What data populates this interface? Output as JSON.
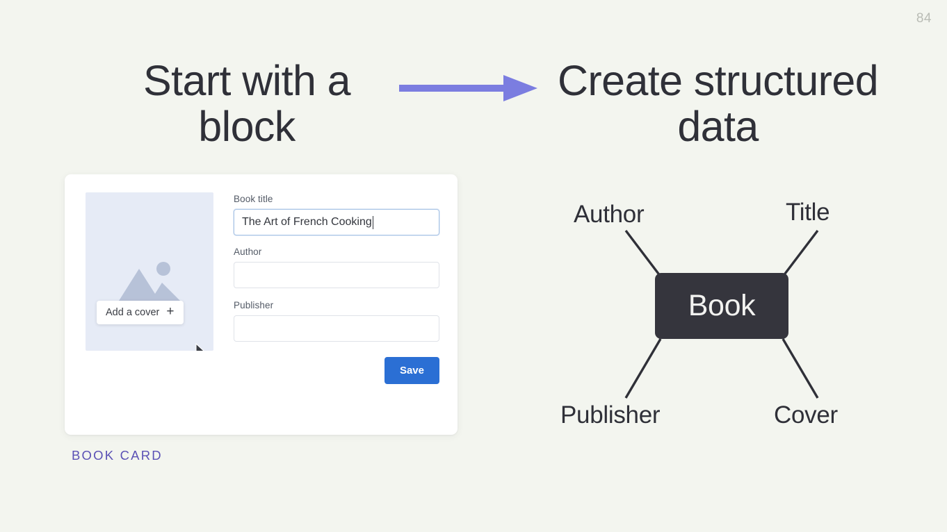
{
  "slide": {
    "page_number": "84",
    "background_color": "#f3f5ef",
    "accent_purple": "#5b51b5",
    "arrow_color": "#7b7de0",
    "heading_color": "#2f3038",
    "primary_button_color": "#2b6fd4",
    "node_fill": "#35353d"
  },
  "headings": {
    "left": "Start with a block",
    "right": "Create structured data"
  },
  "arrow": {
    "icon": "arrow-right-icon",
    "direction": "right"
  },
  "book_card": {
    "caption": "BOOK CARD",
    "cover": {
      "placeholder_icon": "image-placeholder-icon",
      "add_cover_label": "Add a cover",
      "add_cover_plus": "+",
      "cursor_icon": "mouse-cursor-icon"
    },
    "fields": [
      {
        "label": "Book title",
        "value": "The Art of French Cooking",
        "placeholder": "",
        "focused": true
      },
      {
        "label": "Author",
        "value": "",
        "placeholder": "",
        "focused": false
      },
      {
        "label": "Publisher",
        "value": "",
        "placeholder": "",
        "focused": false
      }
    ],
    "save_label": "Save"
  },
  "diagram": {
    "center_node": "Book",
    "nodes": [
      {
        "label": "Author",
        "position": "top-left"
      },
      {
        "label": "Title",
        "position": "top-right"
      },
      {
        "label": "Publisher",
        "position": "bottom-left"
      },
      {
        "label": "Cover",
        "position": "bottom-right"
      }
    ]
  }
}
